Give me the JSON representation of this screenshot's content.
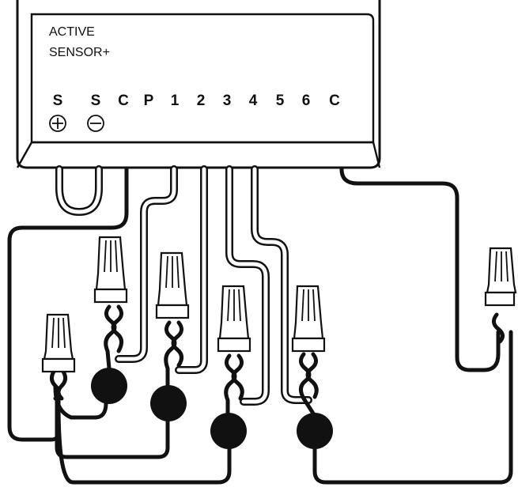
{
  "controller": {
    "line1": "ACTIVE",
    "line2": "SENSOR+"
  },
  "terminals": [
    "S",
    "S",
    "C",
    "P",
    "1",
    "2",
    "3",
    "4",
    "5",
    "6",
    "C"
  ],
  "polarity": {
    "plus_icon": "plus-circle-icon",
    "minus_icon": "minus-circle-icon"
  },
  "colors": {
    "ink": "#111111",
    "paper": "#ffffff"
  }
}
